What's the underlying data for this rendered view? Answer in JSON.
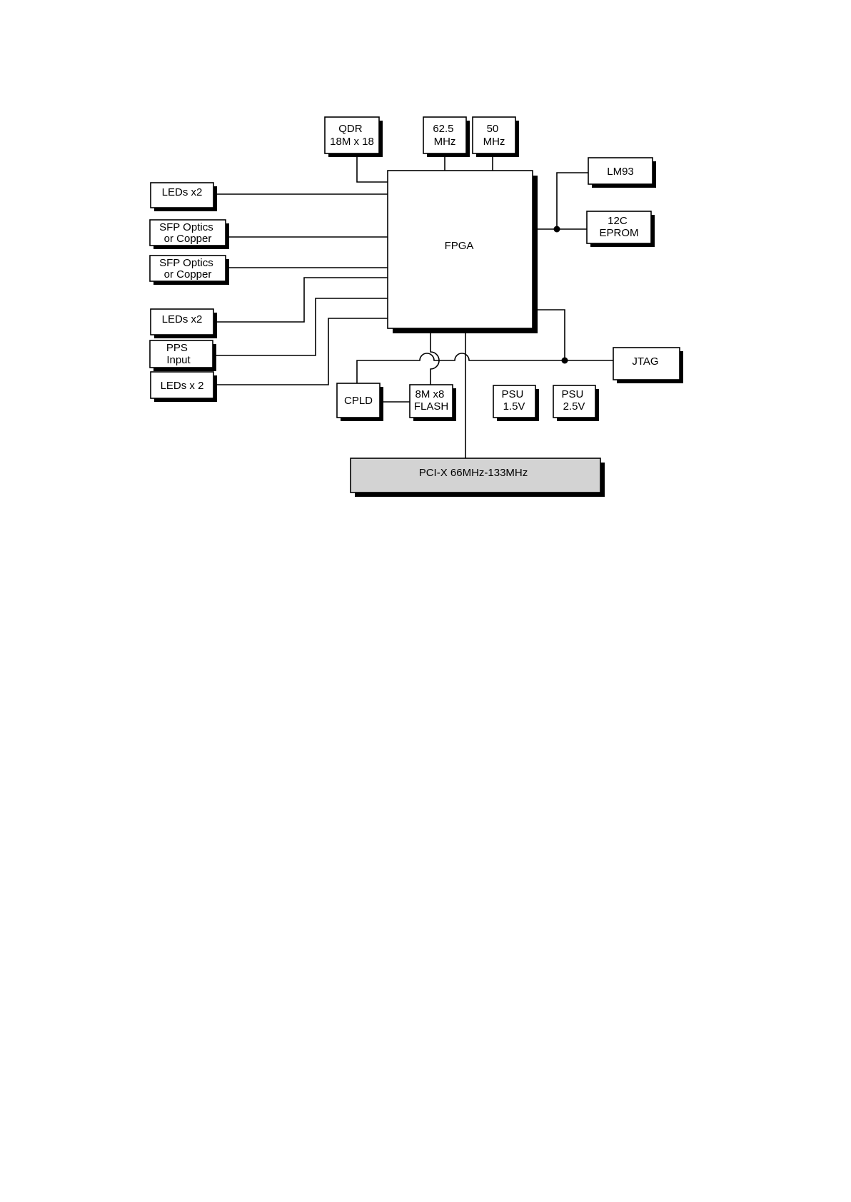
{
  "diagram": {
    "colors": {
      "line": "#000000",
      "box_fill": "#ffffff",
      "shadow": "#000000",
      "bus_fill": "#d3d3d3"
    },
    "blocks": {
      "qdr": [
        "QDR",
        "18M x 18"
      ],
      "clk_62_5": [
        "62.5",
        "MHz"
      ],
      "clk_50": [
        "50",
        "MHz"
      ],
      "fpga": [
        "FPGA"
      ],
      "lm93": [
        "LM93"
      ],
      "eprom": [
        "12C",
        "EPROM"
      ],
      "leds_top": [
        "LEDs x2"
      ],
      "sfp_1": [
        "SFP Optics",
        "or Copper"
      ],
      "sfp_2": [
        "SFP Optics",
        "or Copper"
      ],
      "leds_mid": [
        "LEDs x2"
      ],
      "pps": [
        "PPS",
        "Input"
      ],
      "leds_bottom": [
        "LEDs x 2"
      ],
      "cpld": [
        "CPLD"
      ],
      "flash": [
        "8M x8",
        "FLASH"
      ],
      "psu_1_5": [
        "PSU",
        "1.5V"
      ],
      "psu_2_5": [
        "PSU",
        "2.5V"
      ],
      "jtag": [
        "JTAG"
      ],
      "pci_bus": [
        "PCI-X 66MHz-133MHz"
      ]
    }
  }
}
